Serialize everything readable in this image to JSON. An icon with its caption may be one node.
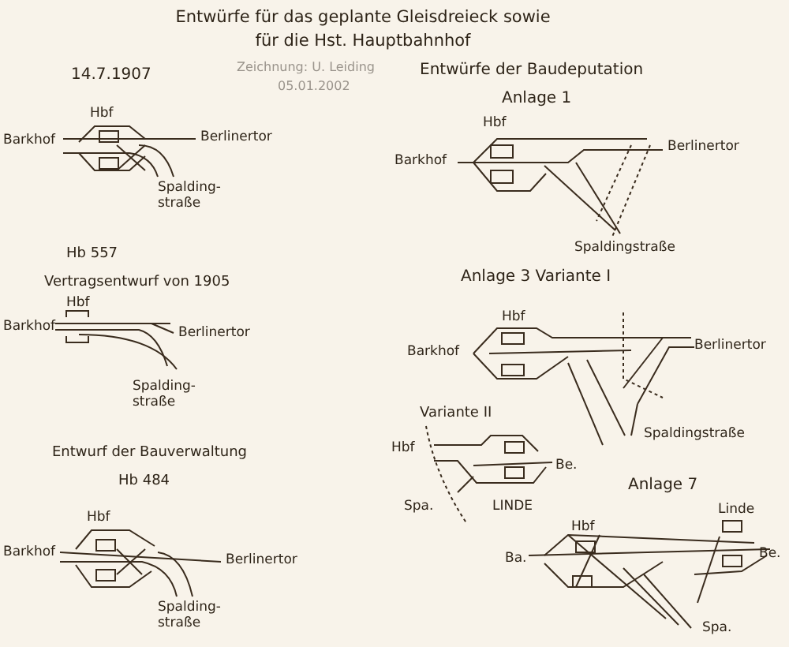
{
  "diagram": {
    "title": "Entwürfe für das geplante Gleisdreieck sowie für die Hst. Hauptbahnhof",
    "labels": [
      "Zeichnung: U. Leiding",
      "05.01.2002",
      "14.7.1907",
      "Entwürfe der Baudeputation",
      "Anlage 1",
      "Hbf",
      "Barkhof",
      "Berlinertor",
      "Spalding- straße",
      "Hbf",
      "Barkhof",
      "Berlinertor",
      "Spaldingstraße",
      "Hb 557",
      "Vertragsentwurf von 1905",
      "Hbf",
      "Barkhof",
      "Berlinertor",
      "Spalding- straße",
      "Anlage 3 Variante I",
      "Hbf",
      "Barkhof",
      "Berlinertor",
      "Spaldingstraße",
      "Variante II",
      "Hbf",
      "Be.",
      "Spa.",
      "LINDE",
      "Entwurf der Bauverwaltung",
      "Hb 484",
      "Hbf",
      "Barkhof",
      "Berlinertor",
      "Spalding- straße",
      "Anlage 7",
      "Linde",
      "Hbf",
      "Ba.",
      "Be.",
      "Spa."
    ]
  }
}
